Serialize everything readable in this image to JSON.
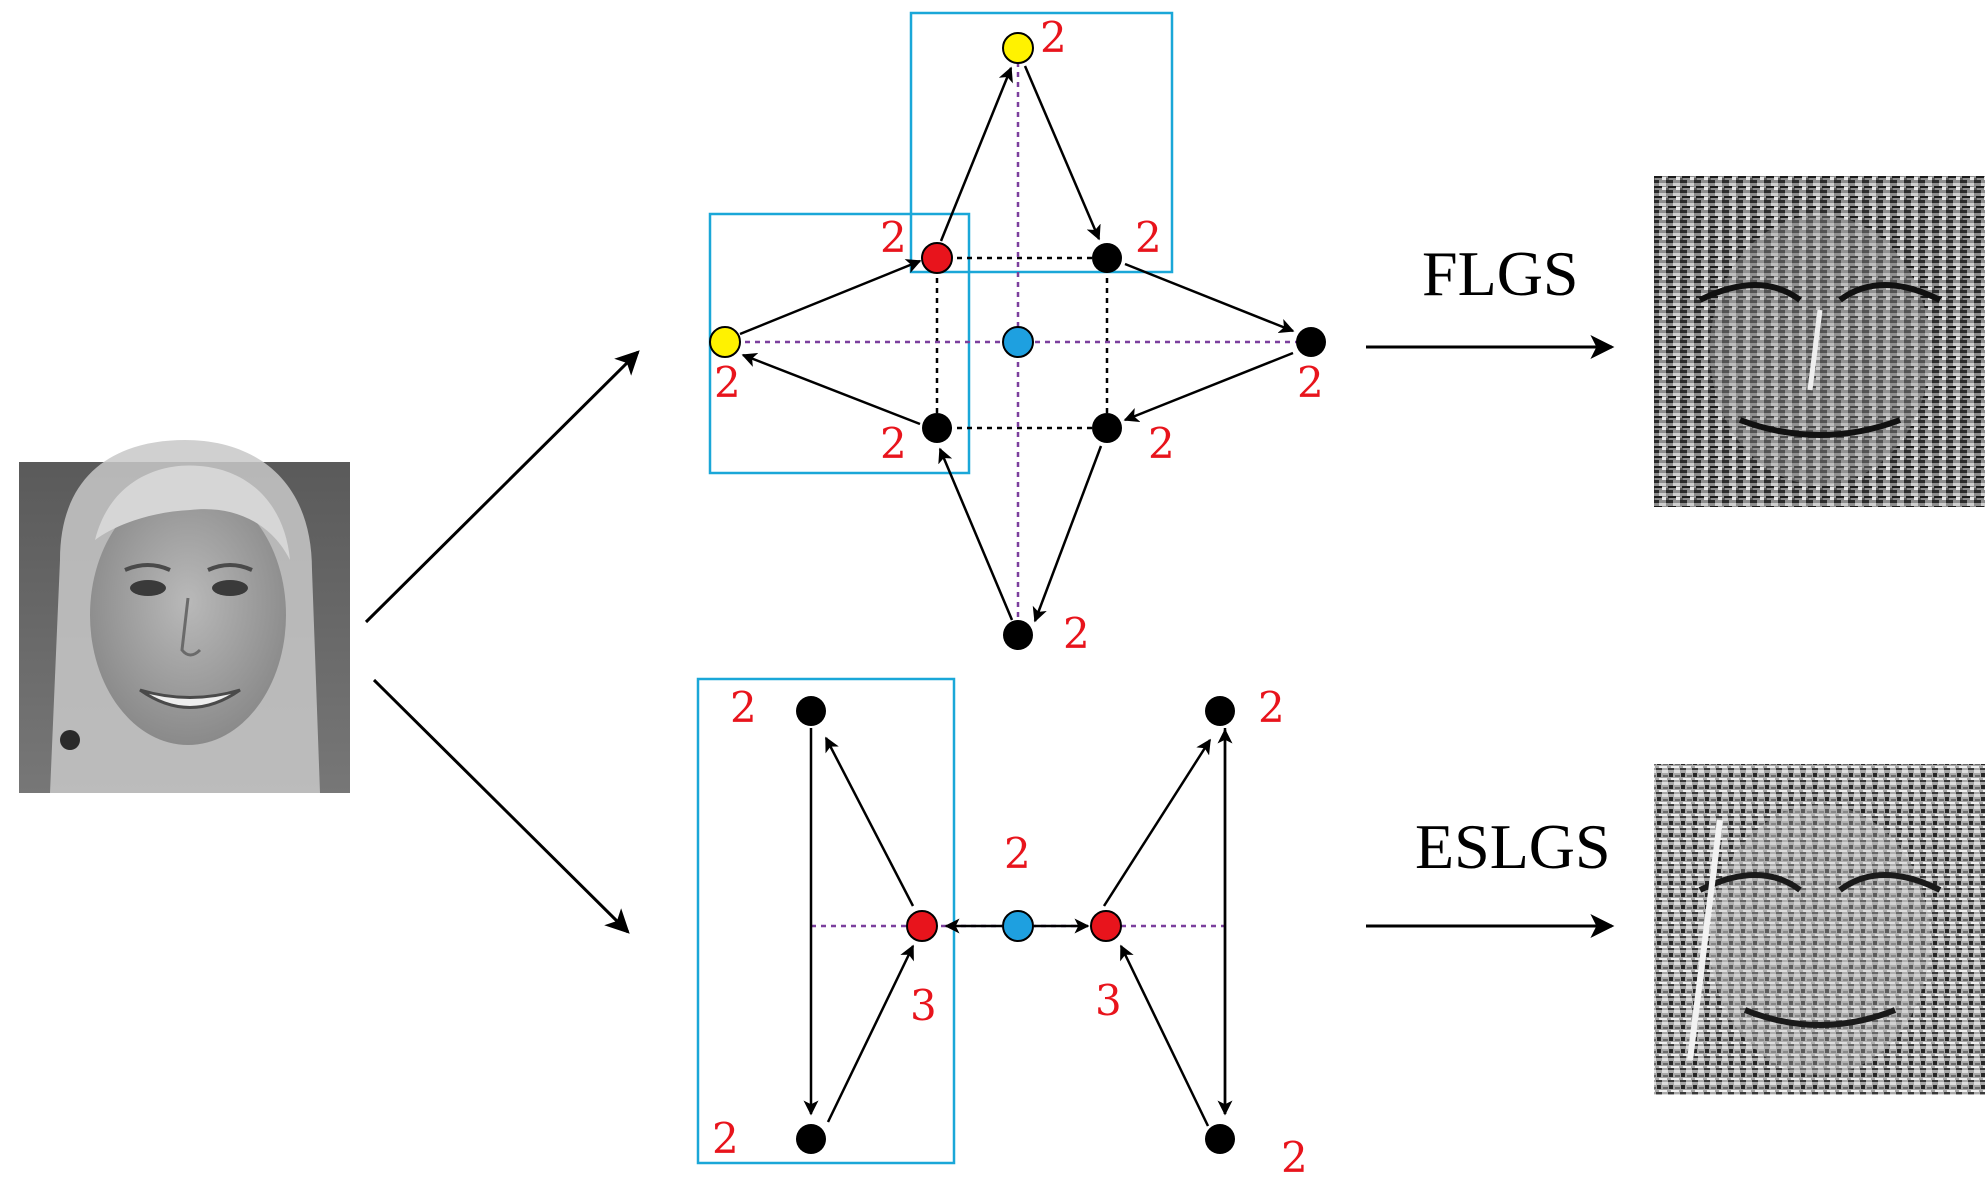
{
  "colors": {
    "background": "#ffffff",
    "arrow": "#000000",
    "box": "#1aa7d8",
    "center_dash": "#7b3f9e",
    "black_node": "#000000",
    "red_node": "#e8141c",
    "yellow_node": "#fff200",
    "blue_node": "#1ea0e0",
    "label": "#e8141c"
  },
  "input_image": {
    "icon": "grayscale-face-photo"
  },
  "flgs": {
    "method_label": "FLGS",
    "node_labels": {
      "top": "2",
      "upper_left": "2",
      "upper_right": "2",
      "left": "2",
      "right": "2",
      "lower_left": "2",
      "lower_right": "2",
      "bottom": "2"
    },
    "output_image": {
      "icon": "flgs-texture-map"
    }
  },
  "eslgs": {
    "method_label": "ESLGS",
    "node_labels": {
      "left_top": "2",
      "left_bottom": "2",
      "right_top": "2",
      "right_bottom": "2",
      "left_center": "3",
      "right_center": "3",
      "center": "2"
    },
    "output_image": {
      "icon": "eslgs-texture-map"
    }
  }
}
